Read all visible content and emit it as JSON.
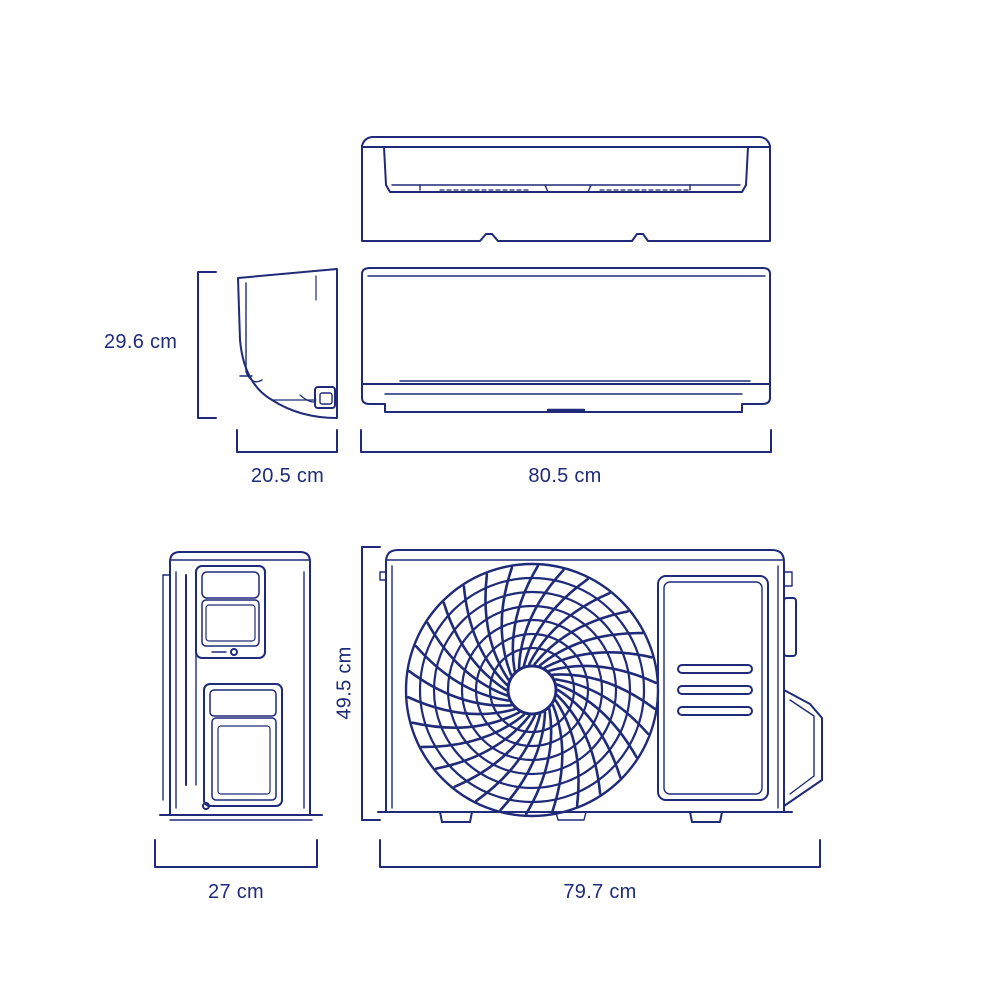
{
  "colors": {
    "line": "#1f2a78",
    "background": "#ffffff"
  },
  "dimensions": {
    "indoor_height": "29.6 cm",
    "indoor_depth": "20.5 cm",
    "indoor_width": "80.5 cm",
    "outdoor_height": "49.5 cm",
    "outdoor_depth": "27 cm",
    "outdoor_width": "79.7 cm"
  }
}
